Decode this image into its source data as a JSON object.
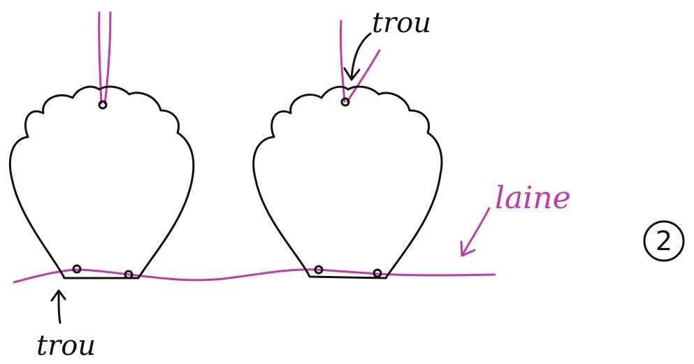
{
  "labels": {
    "hole_top": "trou",
    "hole_bottom": "trou",
    "wool": "laine",
    "step": "2"
  },
  "colors": {
    "outline": "#111111",
    "wool": "#c23aa6",
    "background": "#ffffff"
  }
}
